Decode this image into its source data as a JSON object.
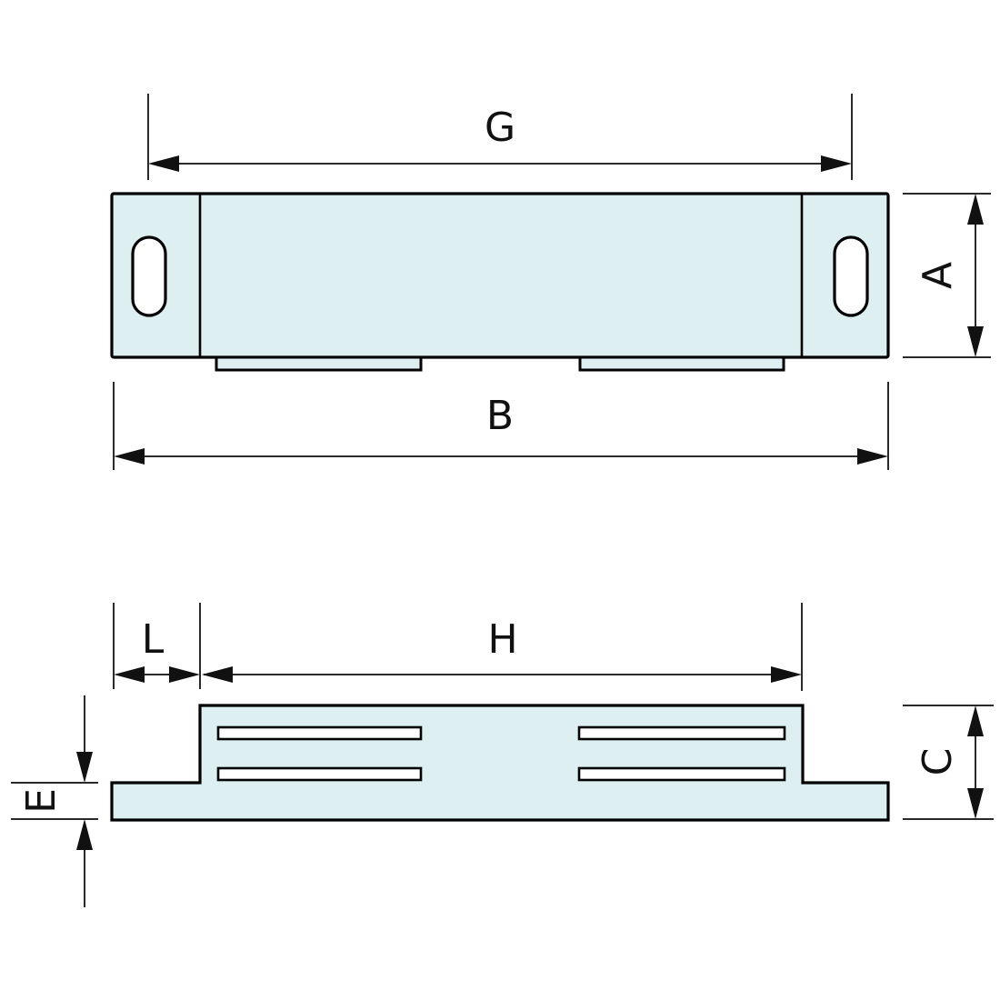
{
  "diagram": {
    "background_color": "#ffffff",
    "part_fill_color": "#ddeff0",
    "hole_fill_color": "#ffffff",
    "outline_color": "#000000",
    "dimension_line_color": "#2a2a2a",
    "top_view": {
      "dim_hole_spacing_label": "G",
      "dim_height_label": "A",
      "dim_overall_width_label": "B"
    },
    "side_view": {
      "dim_end_offset_label": "L",
      "dim_body_width_label": "H",
      "dim_base_thickness_label": "E",
      "dim_body_height_label": "C"
    }
  }
}
